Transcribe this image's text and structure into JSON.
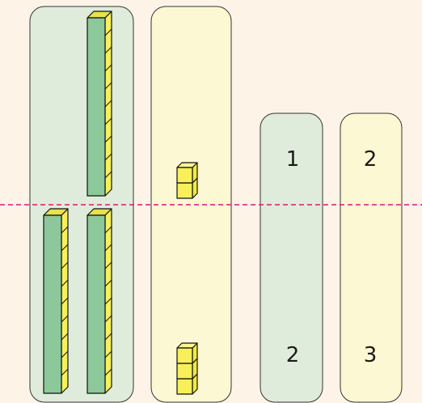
{
  "panels": [
    {
      "id": "tens-column",
      "color": "#e0ecdb"
    },
    {
      "id": "ones-column",
      "color": "#fcf8d3"
    },
    {
      "id": "tens-digit-column",
      "color": "#e0ecdb"
    },
    {
      "id": "ones-digit-column",
      "color": "#fcf8d3"
    }
  ],
  "rows": [
    {
      "tens_digit": "1",
      "ones_digit": "2",
      "tens_rods": 1,
      "unit_cubes": 2
    },
    {
      "tens_digit": "2",
      "ones_digit": "3",
      "tens_rods": 2,
      "unit_cubes": 3
    }
  ],
  "colors": {
    "rod_front": "#8dc89b",
    "rod_side": "#f7f05a",
    "rod_top": "#e8e24a",
    "cube_front": "#f7f05a",
    "cube_side": "#f2ea3c",
    "cube_top": "#fbf68f",
    "outline": "#111111",
    "divider": "#e0147a",
    "panel_border": "#333333"
  },
  "divider_style": "dashed"
}
